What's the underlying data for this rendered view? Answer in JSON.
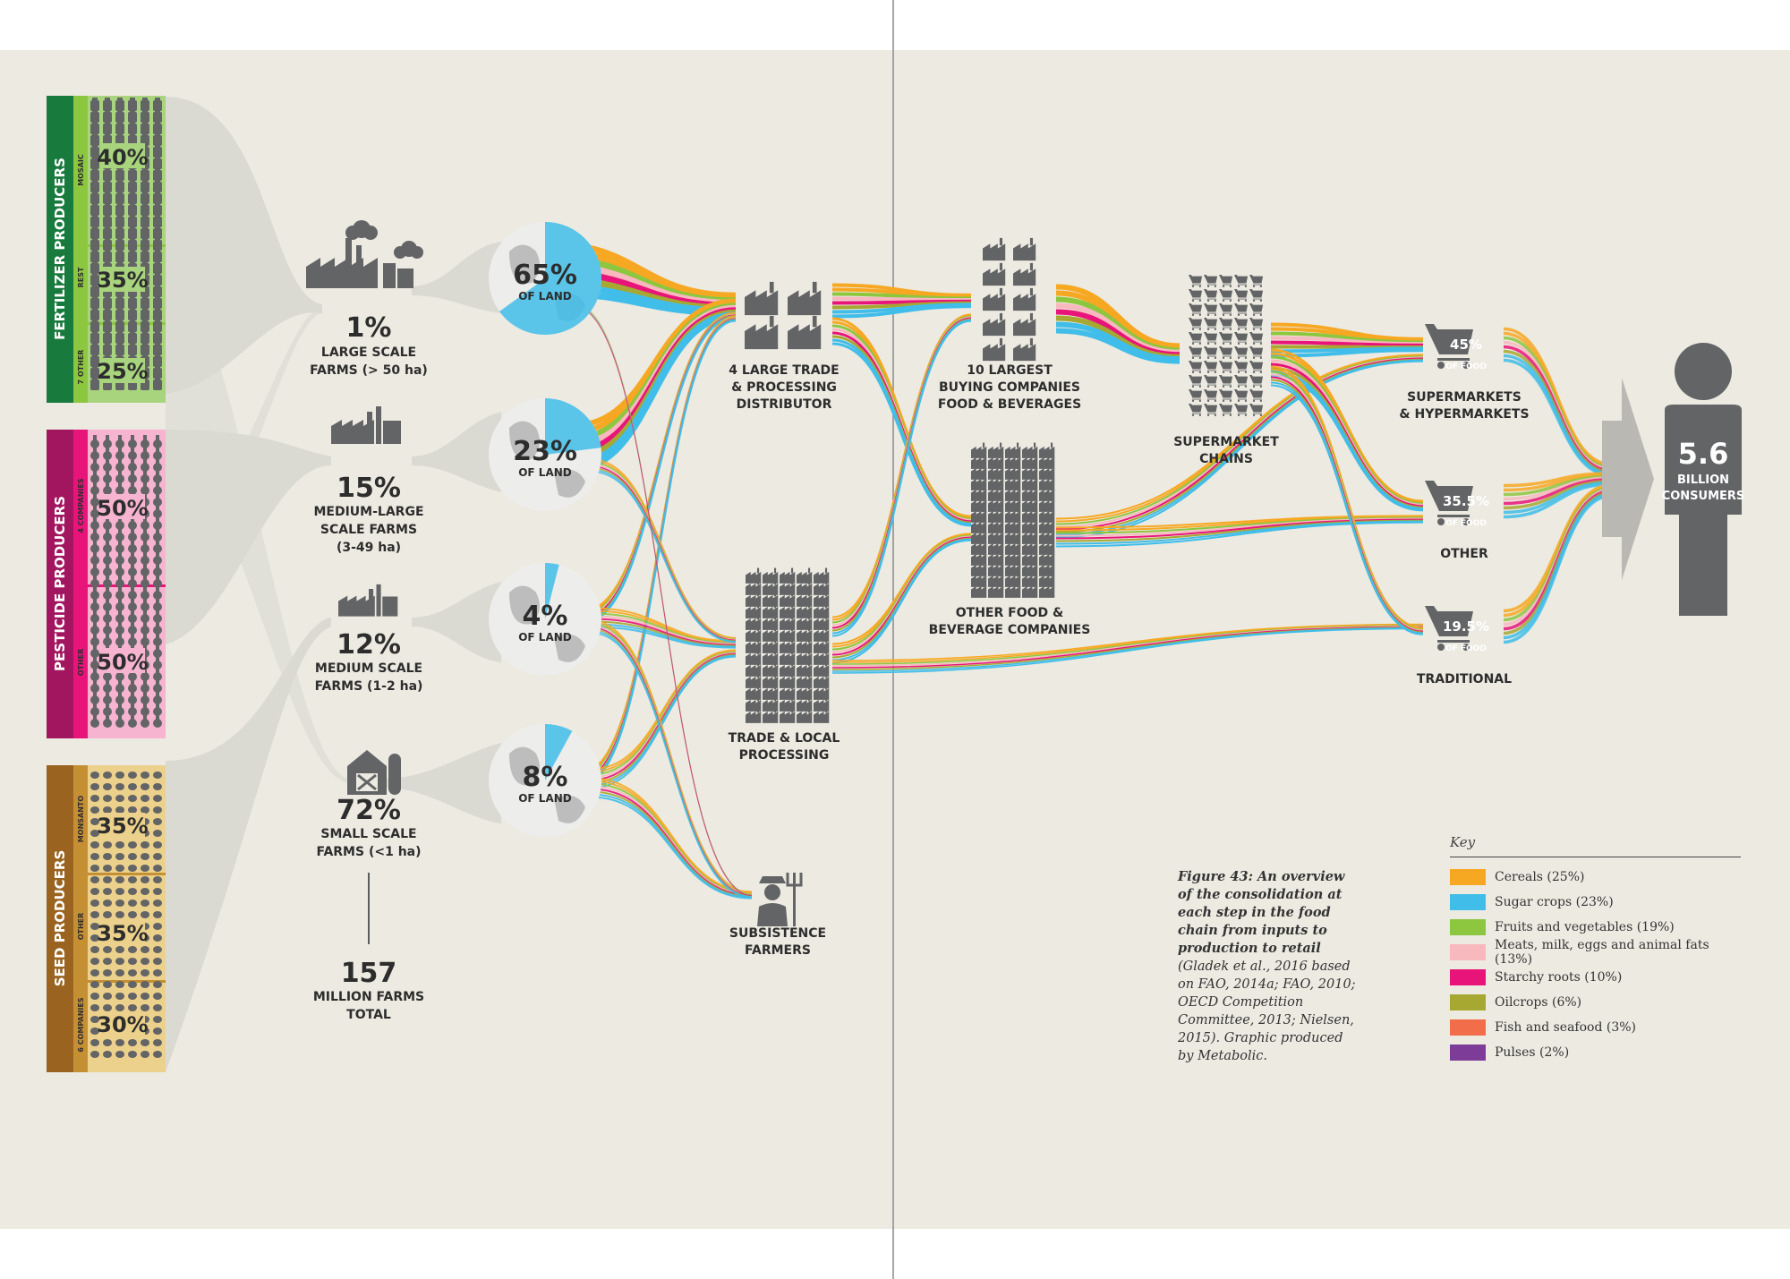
{
  "colors": {
    "background": "#eceae1",
    "cereals": "#f7a823",
    "sugar_crops": "#40bde9",
    "fruits_vegetables": "#8dc63f",
    "meats": "#f7b8be",
    "starchy_roots": "#e9147a",
    "oilcrops": "#a6a832",
    "fish_seafood": "#f26e4a",
    "pulses": "#7d3c98",
    "icon_grey": "#636466",
    "fertilizer_dark": "#197a3d",
    "fertilizer_light": "#a9d47e",
    "pesticide_dark": "#a2165f",
    "pesticide_light": "#f7b4d0",
    "seed_dark": "#9a6420",
    "seed_light": "#ecd18c"
  },
  "producers": [
    {
      "name": "FERTILIZER PRODUCERS",
      "segments": [
        {
          "label": "MOSAIC",
          "percent": "40%"
        },
        {
          "label": "REST",
          "percent": "35%"
        },
        {
          "label": "7 OTHER",
          "percent": "25%"
        }
      ]
    },
    {
      "name": "PESTICIDE PRODUCERS",
      "segments": [
        {
          "label": "4 COMPANIES",
          "percent": "50%"
        },
        {
          "label": "OTHER",
          "percent": "50%"
        }
      ]
    },
    {
      "name": "SEED PRODUCERS",
      "segments": [
        {
          "label": "MONSANTO",
          "percent": "35%"
        },
        {
          "label": "OTHER",
          "percent": "35%"
        },
        {
          "label": "6 COMPANIES",
          "percent": "30%"
        }
      ]
    }
  ],
  "farms": [
    {
      "percent": "1%",
      "line1": "LARGE SCALE",
      "line2": "FARMS (> 50 ha)",
      "line3": ""
    },
    {
      "percent": "15%",
      "line1": "MEDIUM-LARGE",
      "line2": "SCALE FARMS",
      "line3": "(3-49 ha)"
    },
    {
      "percent": "12%",
      "line1": "MEDIUM SCALE",
      "line2": "FARMS (1-2 ha)",
      "line3": ""
    },
    {
      "percent": "72%",
      "line1": "SMALL SCALE",
      "line2": "FARMS (<1 ha)",
      "line3": ""
    }
  ],
  "farms_total": {
    "value": "157",
    "line1": "MILLION FARMS",
    "line2": "TOTAL"
  },
  "land": [
    {
      "percent": "65%",
      "label": "OF LAND",
      "share": 0.65
    },
    {
      "percent": "23%",
      "label": "OF LAND",
      "share": 0.23
    },
    {
      "percent": "4%",
      "label": "OF LAND",
      "share": 0.04
    },
    {
      "percent": "8%",
      "label": "OF LAND",
      "share": 0.08
    }
  ],
  "processors": [
    {
      "line1": "4 LARGE TRADE",
      "line2": "& PROCESSING",
      "line3": "DISTRIBUTOR"
    },
    {
      "line1": "TRADE & LOCAL",
      "line2": "PROCESSING",
      "line3": ""
    },
    {
      "line1": "SUBSISTENCE",
      "line2": "FARMERS",
      "line3": ""
    }
  ],
  "buyers": [
    {
      "line1": "10 LARGEST",
      "line2": "BUYING COMPANIES",
      "line3": "FOOD & BEVERAGES"
    },
    {
      "line1": "OTHER FOOD &",
      "line2": "BEVERAGE COMPANIES",
      "line3": ""
    }
  ],
  "chains": {
    "line1": "SUPERMARKET",
    "line2": "CHAINS"
  },
  "retail": [
    {
      "percent": "45%",
      "of_food": "OF FOOD",
      "line1": "SUPERMARKETS",
      "line2": "& HYPERMARKETS"
    },
    {
      "percent": "35.5%",
      "of_food": "OF FOOD",
      "line1": "OTHER",
      "line2": ""
    },
    {
      "percent": "19.5%",
      "of_food": "OF FOOD",
      "line1": "TRADITIONAL",
      "line2": ""
    }
  ],
  "consumers": {
    "value": "5.6",
    "line1": "BILLION",
    "line2": "CONSUMERS"
  },
  "caption": {
    "bold": "Figure 43: An overview of the consolidation at each step in the food chain from inputs to production to retail",
    "rest": "(Gladek et al., 2016 based on FAO, 2014a; FAO, 2010; OECD Competition Committee, 2013; Nielsen, 2015). Graphic produced by Metabolic."
  },
  "key": {
    "title": "Key",
    "items": [
      {
        "label": "Cereals (25%)",
        "color": "#f7a823"
      },
      {
        "label": "Sugar crops (23%)",
        "color": "#40bde9"
      },
      {
        "label": "Fruits and vegetables (19%)",
        "color": "#8dc63f"
      },
      {
        "label": "Meats, milk, eggs and animal fats (13%)",
        "color": "#f7b8be"
      },
      {
        "label": "Starchy roots (10%)",
        "color": "#e9147a"
      },
      {
        "label": "Oilcrops (6%)",
        "color": "#a6a832"
      },
      {
        "label": "Fish and seafood (3%)",
        "color": "#f26e4a"
      },
      {
        "label": "Pulses (2%)",
        "color": "#7d3c98"
      }
    ]
  }
}
